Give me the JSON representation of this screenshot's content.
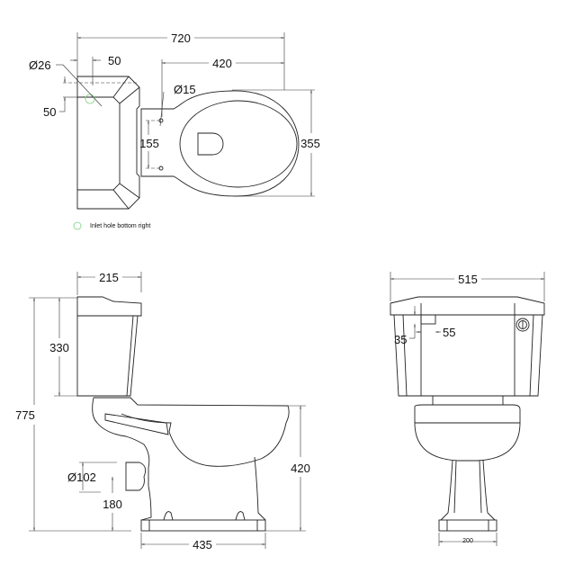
{
  "top_view": {
    "dims": {
      "overall_length": "720",
      "bowl_length": "420",
      "tank_offset_x": "50",
      "tank_offset_y": "50",
      "inlet_diameter": "Ø26",
      "fixing_hole_diameter": "Ø15",
      "fixing_hole_spacing": "155",
      "width": "355"
    },
    "legend": {
      "label": "Inlet hole bottom right",
      "marker_color": "#7fd17f"
    }
  },
  "side_view": {
    "dims": {
      "tank_depth": "215",
      "overall_height": "775",
      "tank_height": "330",
      "outlet_diameter": "Ø102",
      "outlet_height": "180",
      "seat_height": "420",
      "base_length": "435"
    }
  },
  "front_view": {
    "dims": {
      "tank_width": "515",
      "inlet_offset_y": "35",
      "inlet_offset_x": "55",
      "base_width": "200"
    }
  }
}
